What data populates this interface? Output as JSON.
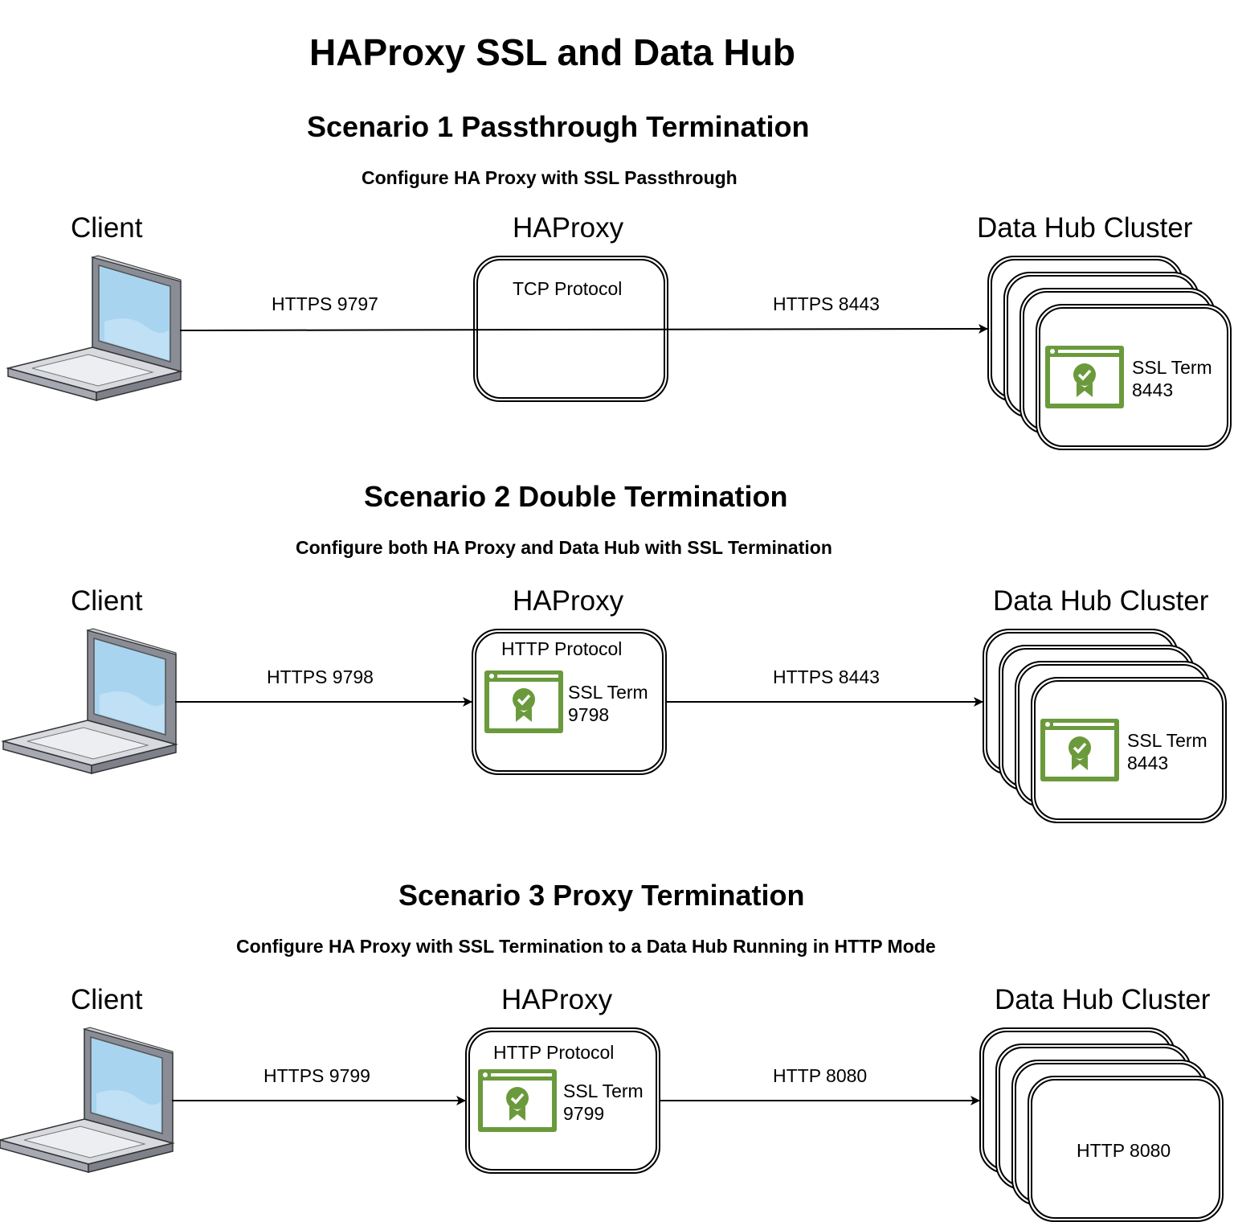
{
  "title": "HAProxy SSL and Data Hub",
  "scenarios": [
    {
      "heading": "Scenario 1 Passthrough Termination",
      "subheading": "Configure HA Proxy with SSL Passthrough",
      "client_label": "Client",
      "proxy_label": "HAProxy",
      "cluster_label": "Data Hub Cluster",
      "client_link": "HTTPS 9797",
      "proxy_protocol": "TCP Protocol",
      "proxy_ssl": "",
      "cluster_link": "HTTPS 8443",
      "cluster_ssl": "SSL Term\n8443",
      "cluster_text": ""
    },
    {
      "heading": "Scenario 2 Double Termination",
      "subheading": "Configure both HA Proxy and Data Hub with SSL Termination",
      "client_label": "Client",
      "proxy_label": "HAProxy",
      "cluster_label": "Data Hub Cluster",
      "client_link": "HTTPS 9798",
      "proxy_protocol": "HTTP Protocol",
      "proxy_ssl": "SSL Term\n9798",
      "cluster_link": "HTTPS 8443",
      "cluster_ssl": "SSL Term\n8443",
      "cluster_text": ""
    },
    {
      "heading": "Scenario 3 Proxy Termination",
      "subheading": "Configure HA Proxy with SSL Termination to a Data Hub Running in HTTP Mode",
      "client_label": "Client",
      "proxy_label": "HAProxy",
      "cluster_label": "Data Hub Cluster",
      "client_link": "HTTPS 9799",
      "proxy_protocol": "HTTP Protocol",
      "proxy_ssl": "SSL Term\n9799",
      "cluster_link": "HTTP 8080",
      "cluster_ssl": "",
      "cluster_text": "HTTP 8080"
    }
  ],
  "colors": {
    "certificate_green": "#6b9a3c",
    "laptop_screen": "#a8d4f0",
    "laptop_body": "#b9bcc4"
  },
  "icons": {
    "client": "laptop-icon",
    "ssl": "certificate-icon"
  }
}
